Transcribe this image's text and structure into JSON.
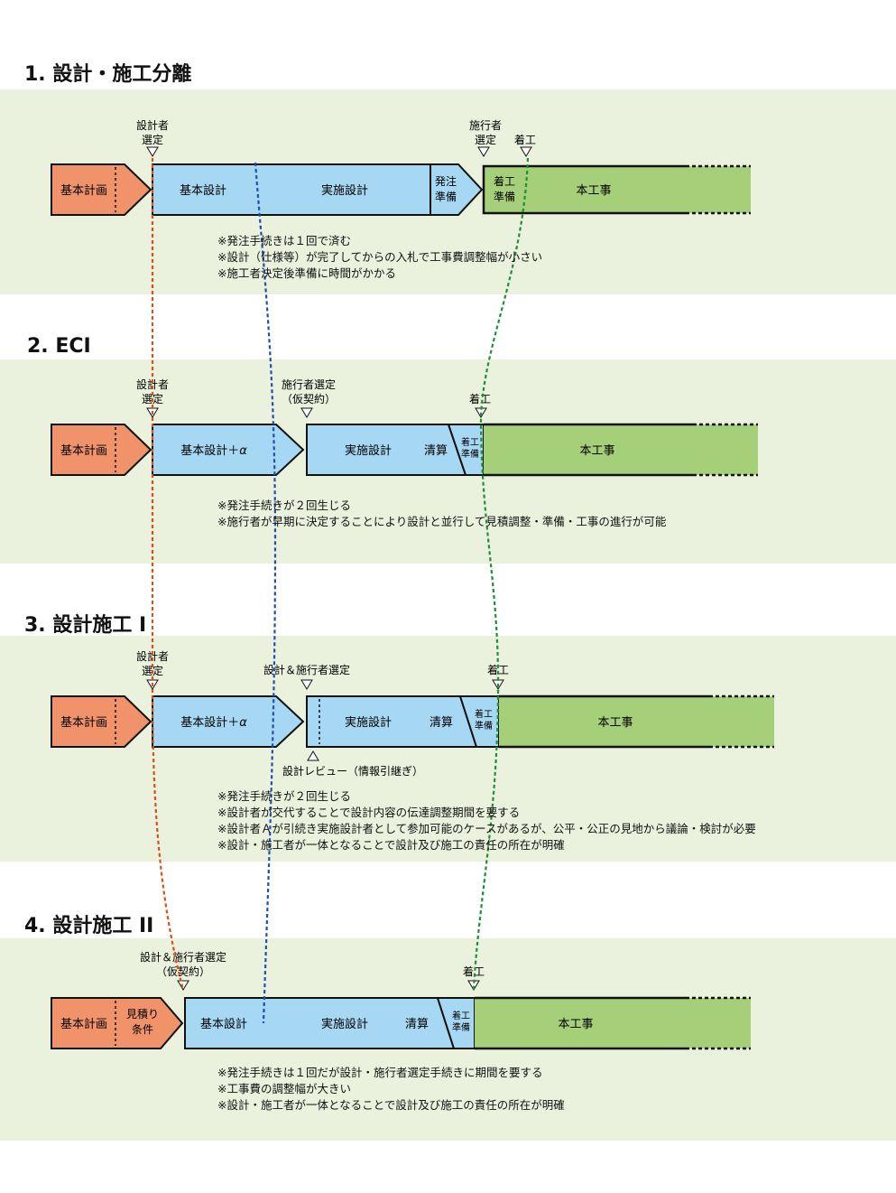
{
  "sections": [
    {
      "title": "1. 設計・施工分離",
      "markers": {
        "designer_select": [
          "設計者",
          "選定"
        ],
        "contractor_select": [
          "施行者",
          "選定"
        ],
        "start": "着工"
      },
      "stages": {
        "basic_plan": "基本計画",
        "basic_design": "基本設計",
        "detailed_design": "実施設計",
        "order_prep": [
          "発注",
          "準備"
        ],
        "start_prep": [
          "着工",
          "準備"
        ],
        "main_work": "本工事"
      },
      "notes": [
        "※発注手続きは１回で済む",
        "※設計（仕様等）が完了してからの入札で工事費調整幅が小さい",
        "※施工者決定後準備に時間がかかる"
      ]
    },
    {
      "title": "2. ECI",
      "markers": {
        "designer_select": [
          "設計者",
          "選定"
        ],
        "contractor_select": [
          "施行者選定",
          "（仮契約）"
        ],
        "start": "着工"
      },
      "stages": {
        "basic_plan": "基本計画",
        "basic_design": "基本設計＋",
        "alpha": "α",
        "detailed_design": "実施設計",
        "settlement": "清算",
        "start_prep": [
          "着工",
          "準備"
        ],
        "main_work": "本工事"
      },
      "notes": [
        "※発注手続きが２回生じる",
        "※施行者が早期に決定することにより設計と並行して見積調整・準備・工事の進行が可能"
      ]
    },
    {
      "title": "3. 設計施工 I",
      "markers": {
        "designer_select": [
          "設計者",
          "選定"
        ],
        "contractor_select": "設計＆施行者選定",
        "start": "着工",
        "review": "設計レビュー（情報引継ぎ）"
      },
      "stages": {
        "basic_plan": "基本計画",
        "basic_design": "基本設計＋",
        "alpha": "α",
        "detailed_design": "実施設計",
        "settlement": "清算",
        "start_prep": [
          "着工",
          "準備"
        ],
        "main_work": "本工事"
      },
      "notes": [
        "※発注手続きが２回生じる",
        "※設計者が交代することで設計内容の伝達調整期間を要する",
        "※設計者Ａが引続き実施設計者として参加可能のケースがあるが、公平・公正の見地から議論・検討が必要",
        "※設計・施工者が一体となることで設計及び施工の責任の所在が明確"
      ]
    },
    {
      "title": "4. 設計施工 II",
      "markers": {
        "contractor_select": [
          "設計＆施行者選定",
          "（仮契約）"
        ],
        "start": "着工"
      },
      "stages": {
        "basic_plan": "基本計画",
        "estimate": [
          "見積り",
          "条件"
        ],
        "basic_design": "基本設計",
        "detailed_design": "実施設計",
        "settlement": "清算",
        "start_prep": [
          "着工",
          "準備"
        ],
        "main_work": "本工事"
      },
      "notes": [
        "※発注手続きは１回だが設計・施行者選定手続きに期間を要する",
        "※工事費の調整幅が大きい",
        "※設計・施工者が一体となることで設計及び施工の責任の所在が明確"
      ]
    }
  ],
  "colors": {
    "band": "#eaf1dc",
    "plan": "#f0936b",
    "design": "#a6d7f3",
    "main_work": "#a6cf7a",
    "designer_line": "#d4521f",
    "design_line": "#1f4fb0",
    "start_line": "#1d8f3a"
  }
}
